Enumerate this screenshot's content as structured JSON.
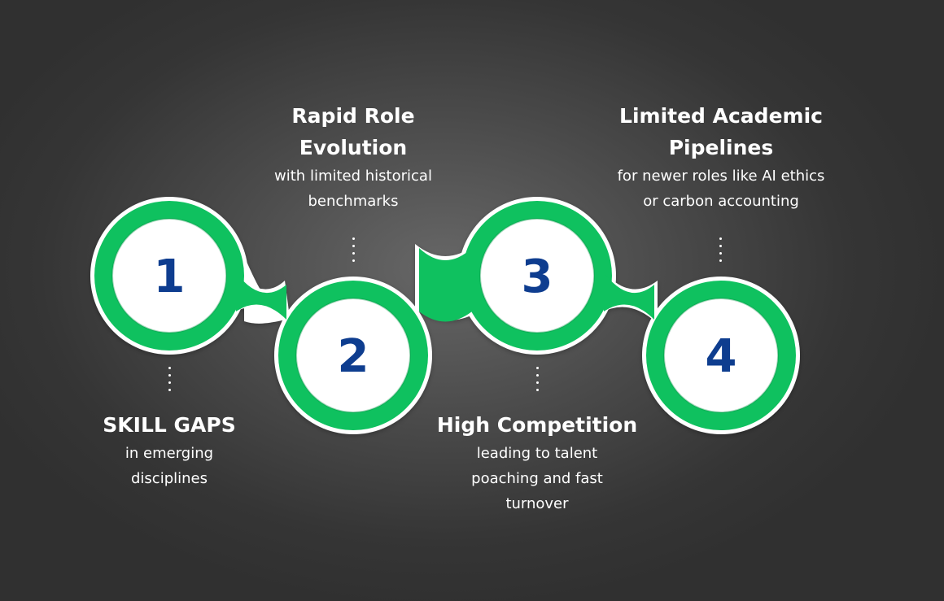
{
  "steps": [
    {
      "number": "1",
      "title": "SKILL GAPS",
      "description": "in emerging disciplines",
      "desc_lines": [
        "in emerging",
        "disciplines"
      ]
    },
    {
      "number": "2",
      "title_lines": [
        "Rapid Role",
        "Evolution"
      ],
      "desc_lines": [
        "with limited historical",
        "benchmarks"
      ]
    },
    {
      "number": "3",
      "title": "High Competition",
      "desc_lines": [
        "leading to talent",
        "poaching and fast",
        "turnover"
      ]
    },
    {
      "number": "4",
      "title_lines": [
        "Limited Academic",
        "Pipelines"
      ],
      "desc_lines": [
        "for newer roles like AI ethics",
        "or carbon accounting"
      ]
    }
  ],
  "colors": {
    "ring": "#0fc15f",
    "outline": "#ffffff",
    "number": "#0e3d8f",
    "text": "#ffffff"
  }
}
